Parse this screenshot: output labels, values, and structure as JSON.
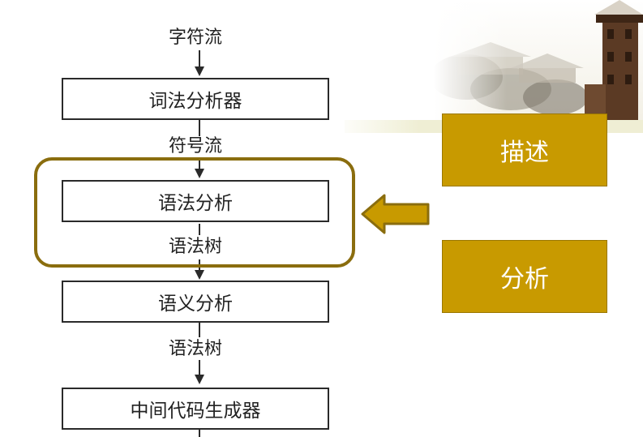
{
  "pipeline": {
    "input_stream": "字符流",
    "lexer": "词法分析器",
    "token_stream": "符号流",
    "parser": "语法分析",
    "parse_tree_1": "语法树",
    "semantic": "语义分析",
    "parse_tree_2": "语法树",
    "intermediate": "中间代码生成器"
  },
  "side_panels": {
    "describe": "描述",
    "analyze": "分析"
  },
  "colors": {
    "accent_gold": "#c89a00",
    "highlight_border": "#8a6d0e",
    "stroke": "#2a2a2a"
  },
  "icons": {
    "left_arrow": "left-arrow-icon"
  }
}
